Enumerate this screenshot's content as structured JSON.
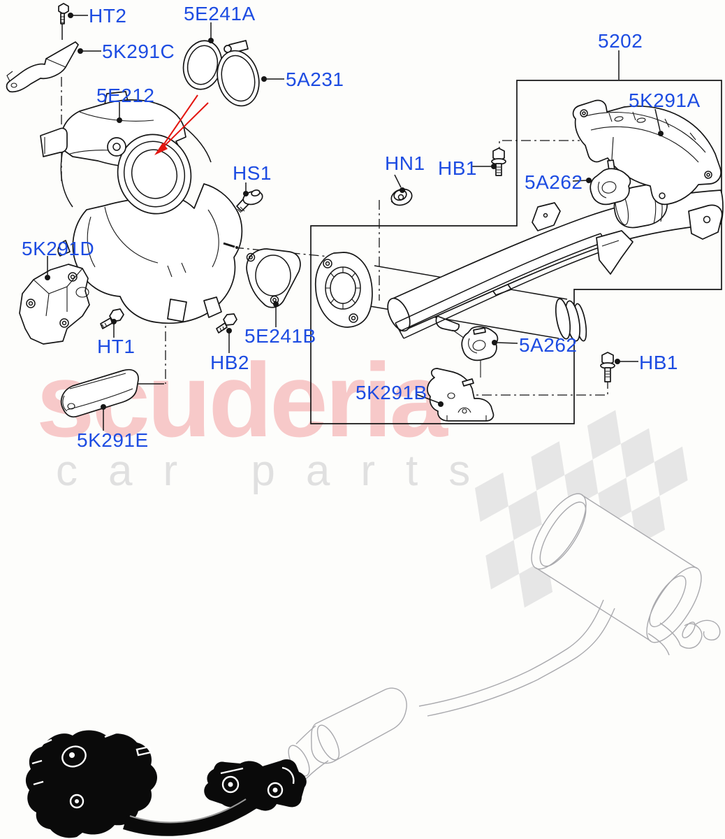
{
  "watermark": {
    "brand": "scuderia",
    "tagline": "car parts"
  },
  "colors": {
    "label_blue": "#1d4ce2",
    "line_black": "#161616",
    "arrow_red": "#e3150f",
    "watermark_pink": "#f7c9c9",
    "watermark_gray": "#e0e0e0",
    "flag_gray": "#e6e6e6",
    "ghost_gray": "#a9a9ad",
    "silhouette_black": "#0a0a0a",
    "background": "#fdfdfb"
  },
  "part_labels": [
    {
      "id": "ht2",
      "text": "HT2"
    },
    {
      "id": "5k291c",
      "text": "5K291C"
    },
    {
      "id": "5e241a",
      "text": "5E241A"
    },
    {
      "id": "5a231",
      "text": "5A231"
    },
    {
      "id": "5e212",
      "text": "5E212"
    },
    {
      "id": "hs1",
      "text": "HS1"
    },
    {
      "id": "hn1",
      "text": "HN1"
    },
    {
      "id": "hb1_upper",
      "text": "HB1"
    },
    {
      "id": "n5202",
      "text": "5202"
    },
    {
      "id": "5k291a",
      "text": "5K291A"
    },
    {
      "id": "5a262_upper",
      "text": "5A262"
    },
    {
      "id": "5k291d",
      "text": "5K291D"
    },
    {
      "id": "ht1",
      "text": "HT1"
    },
    {
      "id": "hb2",
      "text": "HB2"
    },
    {
      "id": "5e241b",
      "text": "5E241B"
    },
    {
      "id": "5k291e",
      "text": "5K291E"
    },
    {
      "id": "5a262_lower",
      "text": "5A262"
    },
    {
      "id": "hb1_lower",
      "text": "HB1"
    },
    {
      "id": "5k291b",
      "text": "5K291B"
    }
  ]
}
